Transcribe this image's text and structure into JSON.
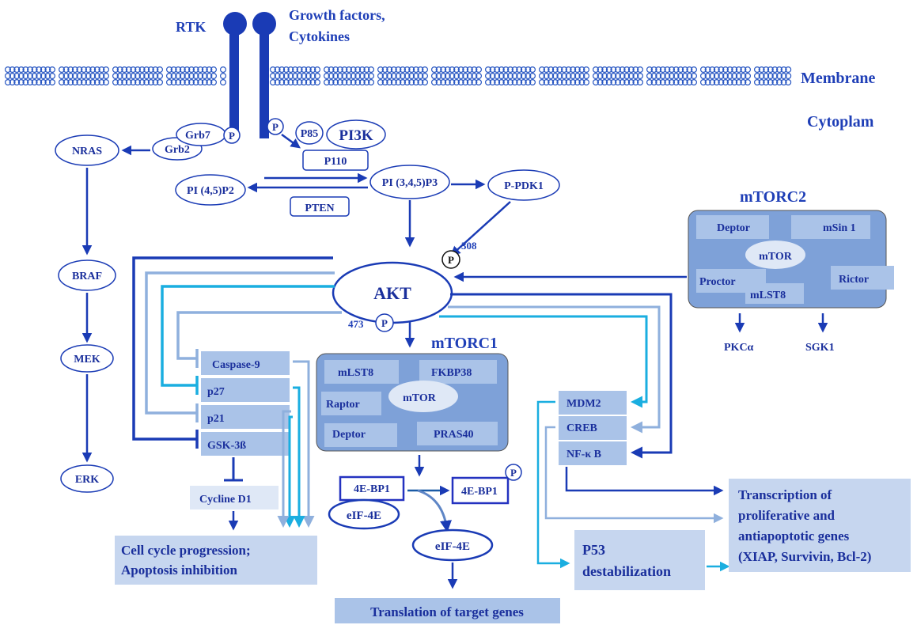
{
  "receptor": {
    "rtk": "RTK",
    "ligand_line1": "Growth factors,",
    "ligand_line2": "Cytokines"
  },
  "compartments": {
    "membrane": "Membrane",
    "cytoplasm": "Cytoplam"
  },
  "colors": {
    "dark_blue": "#1a3bb5",
    "light_blue": "#8fb0dd",
    "cyan": "#1aaee0",
    "membrane": "#2655c2",
    "box": "#aac3e8"
  },
  "upstream": {
    "grb7": "Grb7",
    "grb2": "Grb2",
    "p_symbol": "P",
    "p85": "P85",
    "pi3k": "PI3K",
    "p110": "P110",
    "pi45p2": "PI (4,5)P2",
    "pi345p3": "PI (3,4,5)P3",
    "pten": "PTEN",
    "ppdk1": "P-PDK1"
  },
  "mapk": {
    "nras": "NRAS",
    "braf": "BRAF",
    "mek": "MEK",
    "erk": "ERK"
  },
  "akt": {
    "label": "AKT",
    "site_308": "308",
    "site_473": "473"
  },
  "mtorc2": {
    "title": "mTORC2",
    "deptor": "Deptor",
    "msin1": "mSin 1",
    "mtor": "mTOR",
    "proctor": "Proctor",
    "rictor": "Rictor",
    "mlst8": "mLST8",
    "pkca": "PKCα",
    "sgk1": "SGK1"
  },
  "mtorc1": {
    "title": "mTORC1",
    "mlst8": "mLST8",
    "fkbp38": "FKBP38",
    "raptor": "Raptor",
    "mtor": "mTOR",
    "deptor": "Deptor",
    "pras40": "PRAS40"
  },
  "targets_left": {
    "caspase9": "Caspase-9",
    "p27": "p27",
    "p21": "p21",
    "gsk3b": "GSK-3ß",
    "cycline_d1": "Cycline D1",
    "outcome_line1": "Cell cycle progression;",
    "outcome_line2": "Apoptosis inhibition"
  },
  "translation": {
    "bp1": "4E-BP1",
    "eif4e": "eIF-4E",
    "outcome": "Translation of target genes"
  },
  "targets_right": {
    "mdm2": "MDM2",
    "creb": "CREB",
    "nfkb": "NF-κ B",
    "p53_line1": "P53",
    "p53_line2": "destabilization",
    "transcription_line1": "Transcription of",
    "transcription_line2": "proliferative and",
    "transcription_line3": "antiapoptotic genes",
    "transcription_line4": "(XIAP, Survivin, Bcl-2)"
  }
}
